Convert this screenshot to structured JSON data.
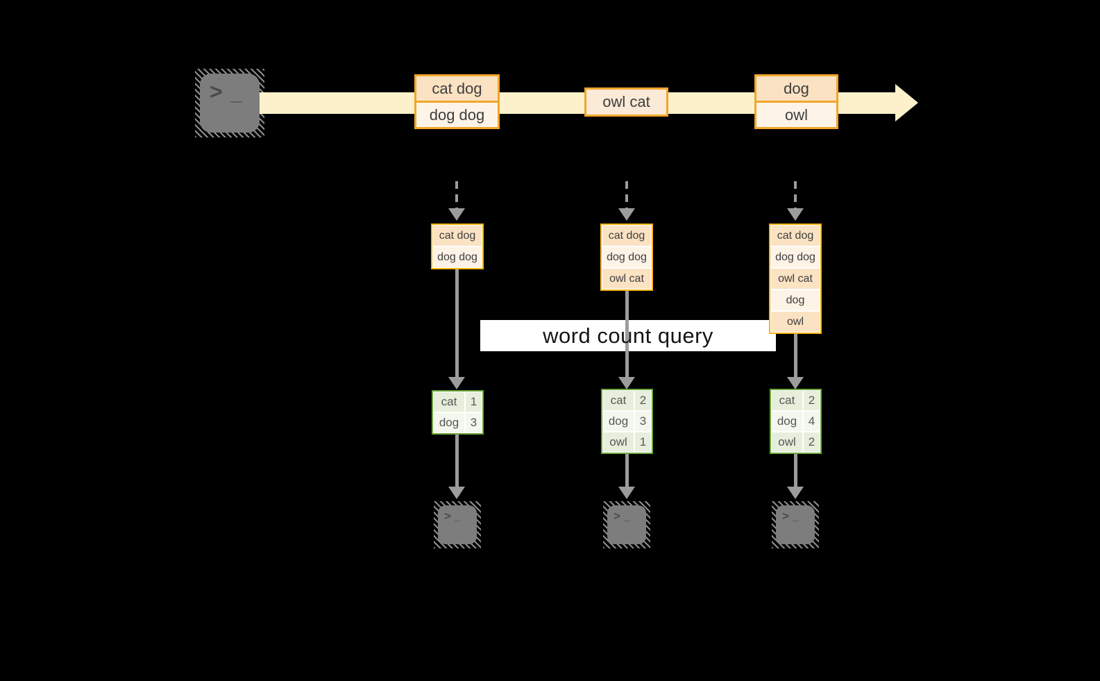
{
  "query_label": "word count query",
  "icons": {
    "chevron": ">",
    "underscore": "_"
  },
  "colors": {
    "background": "#000000",
    "stream_band": "#fcf1cb",
    "event_border": "#f1a629",
    "stack_border": "#f7b60d",
    "cell_peach": "#fae2c3",
    "cell_cream": "#fdf3e6",
    "table_border": "#6ba63c",
    "table_cell": "#e7eedb",
    "arrow_gray": "#9c9c9c",
    "terminal_gray": "#7d7d7d",
    "label_bg": "#ffffff"
  },
  "stream": {
    "source_icon": "terminal-icon",
    "events": [
      {
        "cells": [
          "cat dog",
          "dog dog"
        ]
      },
      {
        "cells": [
          "owl cat"
        ]
      },
      {
        "cells": [
          "dog",
          "owl"
        ]
      }
    ]
  },
  "columns": [
    {
      "buffer": [
        "cat dog",
        "dog dog"
      ],
      "counts": [
        {
          "word": "cat",
          "count": "1"
        },
        {
          "word": "dog",
          "count": "3"
        }
      ]
    },
    {
      "buffer": [
        "cat dog",
        "dog dog",
        "owl cat"
      ],
      "counts": [
        {
          "word": "cat",
          "count": "2"
        },
        {
          "word": "dog",
          "count": "3"
        },
        {
          "word": "owl",
          "count": "1"
        }
      ]
    },
    {
      "buffer": [
        "cat dog",
        "dog dog",
        "owl cat",
        "dog",
        "owl"
      ],
      "counts": [
        {
          "word": "cat",
          "count": "2"
        },
        {
          "word": "dog",
          "count": "4"
        },
        {
          "word": "owl",
          "count": "2"
        }
      ]
    }
  ],
  "sinks": [
    "terminal-icon",
    "terminal-icon",
    "terminal-icon"
  ]
}
